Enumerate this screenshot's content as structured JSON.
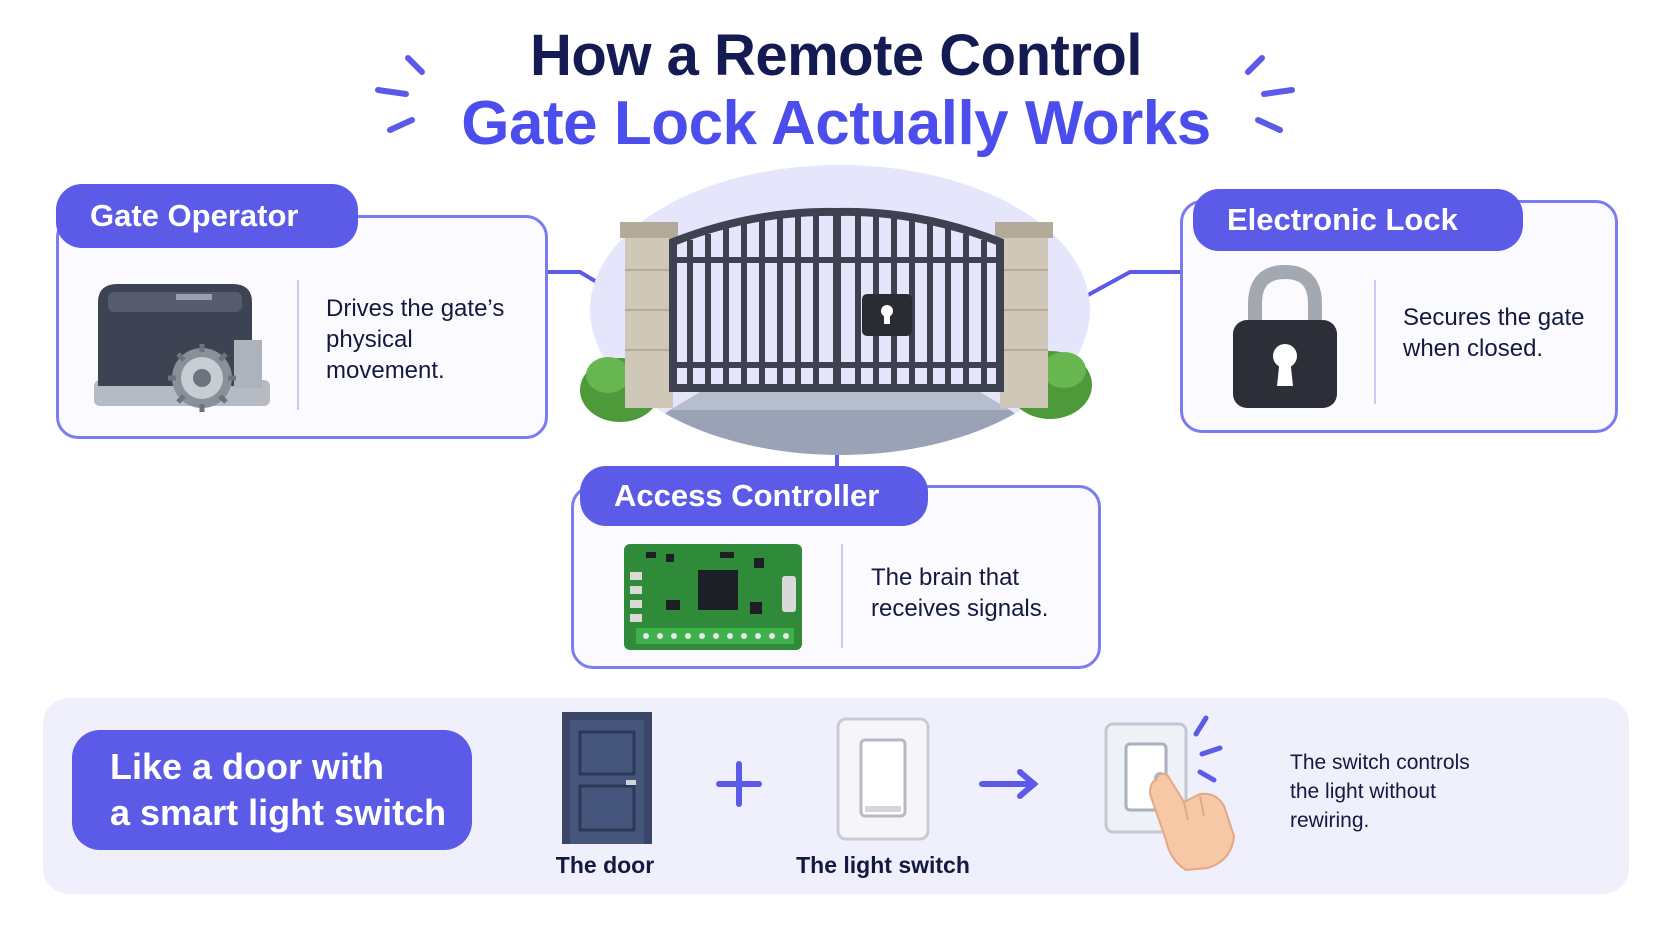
{
  "title": {
    "line1": "How a Remote Control",
    "line2": "Gate Lock Actually Works"
  },
  "components": {
    "gate_operator": {
      "label": "Gate Operator",
      "description": [
        "Drives the gate’s",
        "physical",
        "movement."
      ]
    },
    "electronic_lock": {
      "label": "Electronic Lock",
      "description": [
        "Secures the gate",
        "when closed."
      ]
    },
    "access_controller": {
      "label": "Access Controller",
      "description": [
        "The brain that",
        "receives signals."
      ]
    }
  },
  "analogy": {
    "headline": [
      "Like a door with",
      "a smart light switch"
    ],
    "door_caption": "The door",
    "switch_caption": "The light switch",
    "description": [
      "The switch controls",
      "the light without",
      "rewiring."
    ]
  },
  "colors": {
    "accent": "#5b5be8",
    "title_dark": "#141a52",
    "title_accent": "#4b4ded",
    "card_border": "#7a7cf0",
    "analogy_bg": "#eff0fc"
  },
  "icons": [
    "gate-icon",
    "motor-icon",
    "padlock-icon",
    "circuit-board-icon",
    "door-icon",
    "light-switch-icon",
    "hand-pressing-switch-icon",
    "plus-icon",
    "arrow-right-icon"
  ]
}
